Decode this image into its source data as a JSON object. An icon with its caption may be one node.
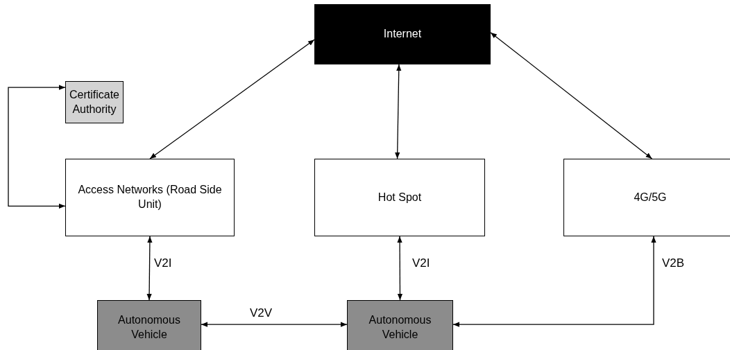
{
  "diagram": {
    "nodes": [
      {
        "text": [
          "Internet"
        ]
      },
      {
        "text": [
          "Certificate Authority"
        ]
      },
      {
        "text": [
          "Access Networks (Road Side Unit)"
        ]
      },
      {
        "text": [
          "Hot Spot"
        ]
      },
      {
        "text": [
          "4G/5G"
        ]
      },
      {
        "text": [
          "Autonomous Vehicle"
        ]
      },
      {
        "text": [
          "Autonomous Vehicle"
        ]
      }
    ],
    "edges": [
      {
        "from": 0,
        "to": 2,
        "arrow": "both"
      },
      {
        "from": 0,
        "to": 3,
        "arrow": "both"
      },
      {
        "from": 0,
        "to": 4,
        "arrow": "both"
      },
      {
        "from": 1,
        "to": 2,
        "arrow": "both"
      },
      {
        "from": 2,
        "to": 5,
        "arrow": "both",
        "label": "V2I"
      },
      {
        "from": 3,
        "to": 6,
        "arrow": "both",
        "label": "V2I"
      },
      {
        "from": 5,
        "to": 6,
        "arrow": "both",
        "label": "V2V"
      },
      {
        "from": 6,
        "to": 4,
        "arrow": "both",
        "label": "V2B"
      }
    ]
  }
}
